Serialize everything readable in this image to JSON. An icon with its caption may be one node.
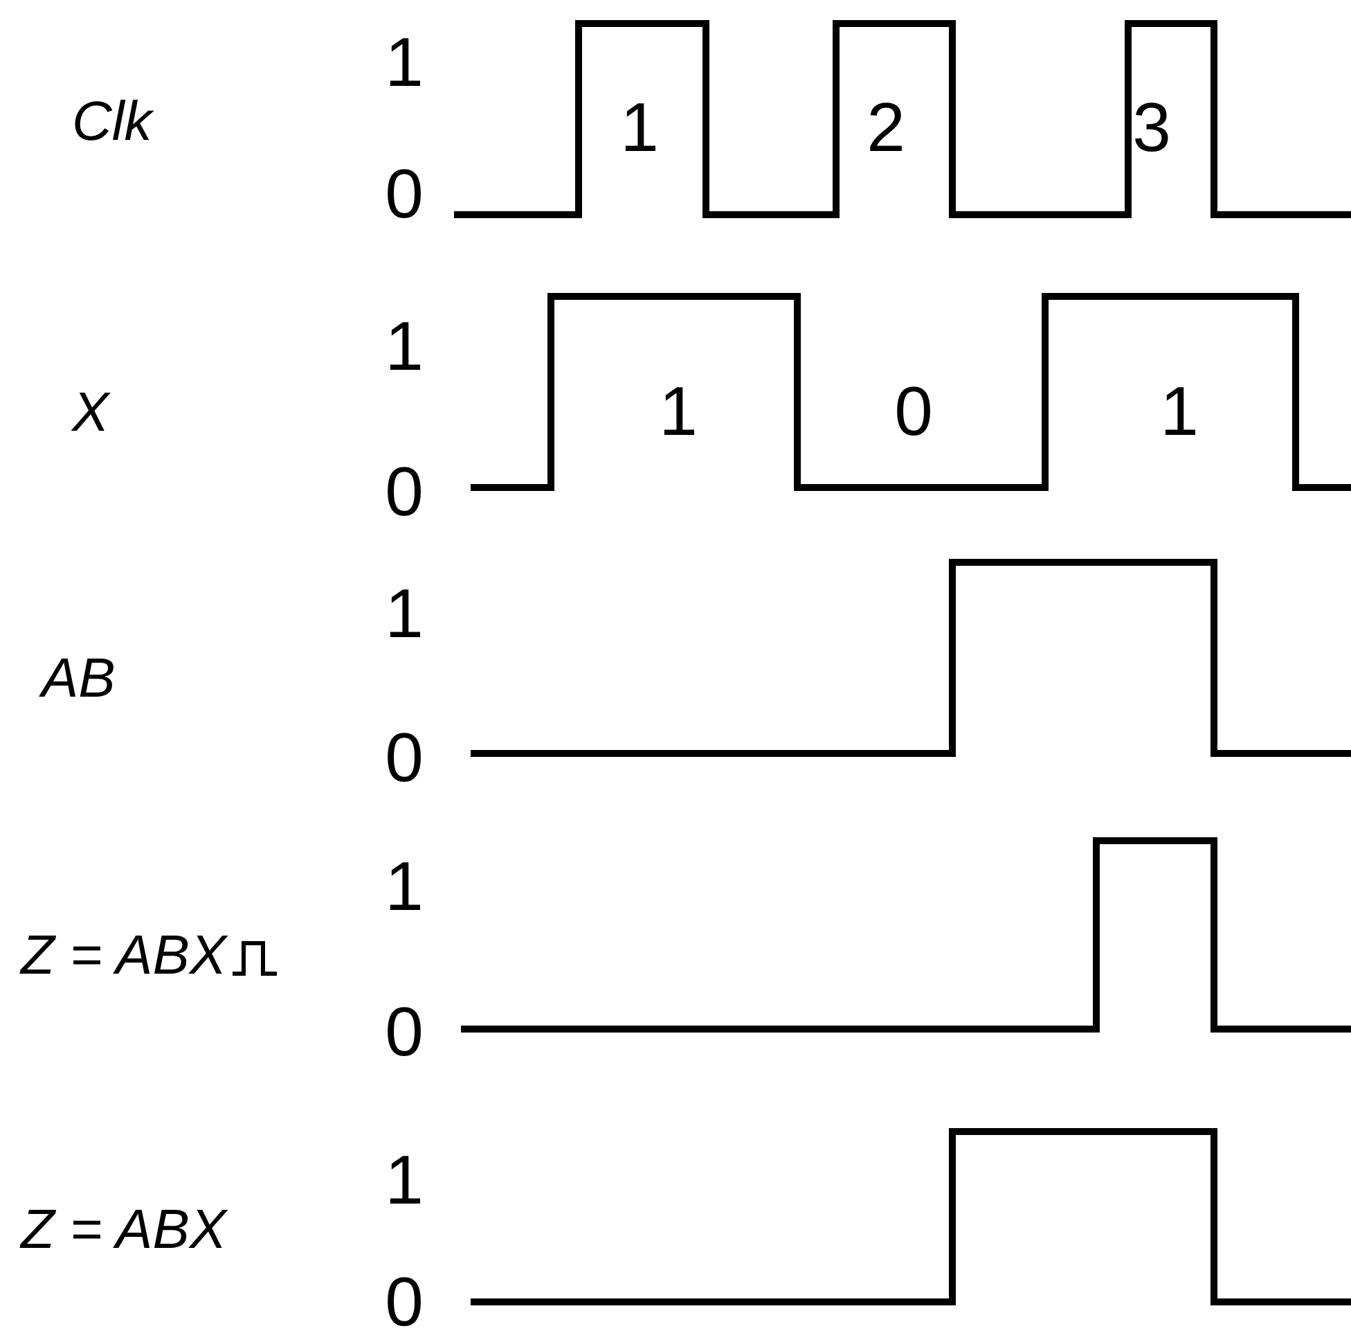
{
  "diagram": {
    "labels": [
      "1",
      "Clk",
      "1",
      "2",
      "3",
      "0",
      "1",
      "X",
      "1",
      "0",
      "1",
      "0",
      "1",
      "AB",
      "0",
      "1",
      "Z = ABX",
      "0",
      "1",
      "Z = ABX",
      "0"
    ]
  }
}
